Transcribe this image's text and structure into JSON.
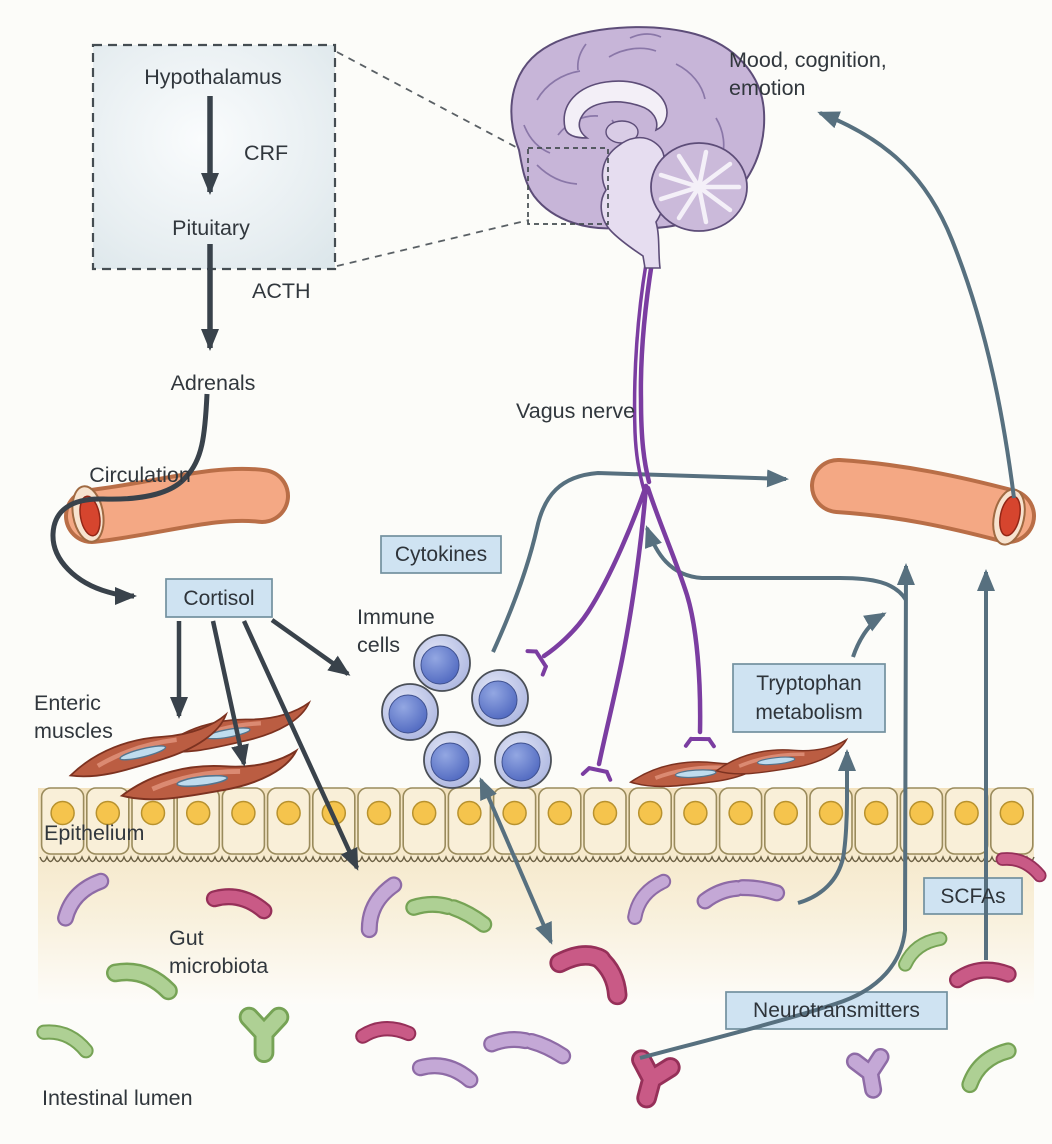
{
  "labels": {
    "hypothalamus": "Hypothalamus",
    "crf": "CRF",
    "pituitary": "Pituitary",
    "acth": "ACTH",
    "adrenals": "Adrenals",
    "circulation": "Circulation",
    "cortisol": "Cortisol",
    "cytokines": "Cytokines",
    "immune_line1": "Immune",
    "immune_line2": "cells",
    "vagus": "Vagus nerve",
    "mood_line1": "Mood, cognition,",
    "mood_line2": "emotion",
    "enteric_line1": "Enteric",
    "enteric_line2": "muscles",
    "epithelium": "Epithelium",
    "gut_line1": "Gut",
    "gut_line2": "microbiota",
    "lumen": "Intestinal lumen",
    "tryptophan_line1": "Tryptophan",
    "tryptophan_line2": "metabolism",
    "neurotransmitters": "Neurotransmitters",
    "scfas": "SCFAs"
  },
  "colors": {
    "background": "#fcfcf9",
    "label_box_fill": "#cfe3f2",
    "label_box_border": "#73919f",
    "text": "#31373d",
    "arrow_dark": "#39424b",
    "arrow_gray": "#57707f",
    "vagus_purple": "#7b3da1",
    "vessel_fill": "#f4a884",
    "vessel_edge": "#b96e47",
    "vessel_open_red": "#d6452e",
    "brain_fill": "#c7b5d8",
    "brain_outline": "#5d4d78",
    "immune_outer": "#c9cfed",
    "immune_inner": "#5e77c9",
    "epithelium_cell": "#f9efd8",
    "epithelium_nucleus": "#f5c44d",
    "muscle_fill": "#bb5d42",
    "muscle_nucleus": "#bfdcee",
    "lamina_tan": "#f3e2bd",
    "bacteria_lavender": "#c4a8d6",
    "bacteria_pink": "#c95a86",
    "bacteria_green": "#aed094"
  }
}
